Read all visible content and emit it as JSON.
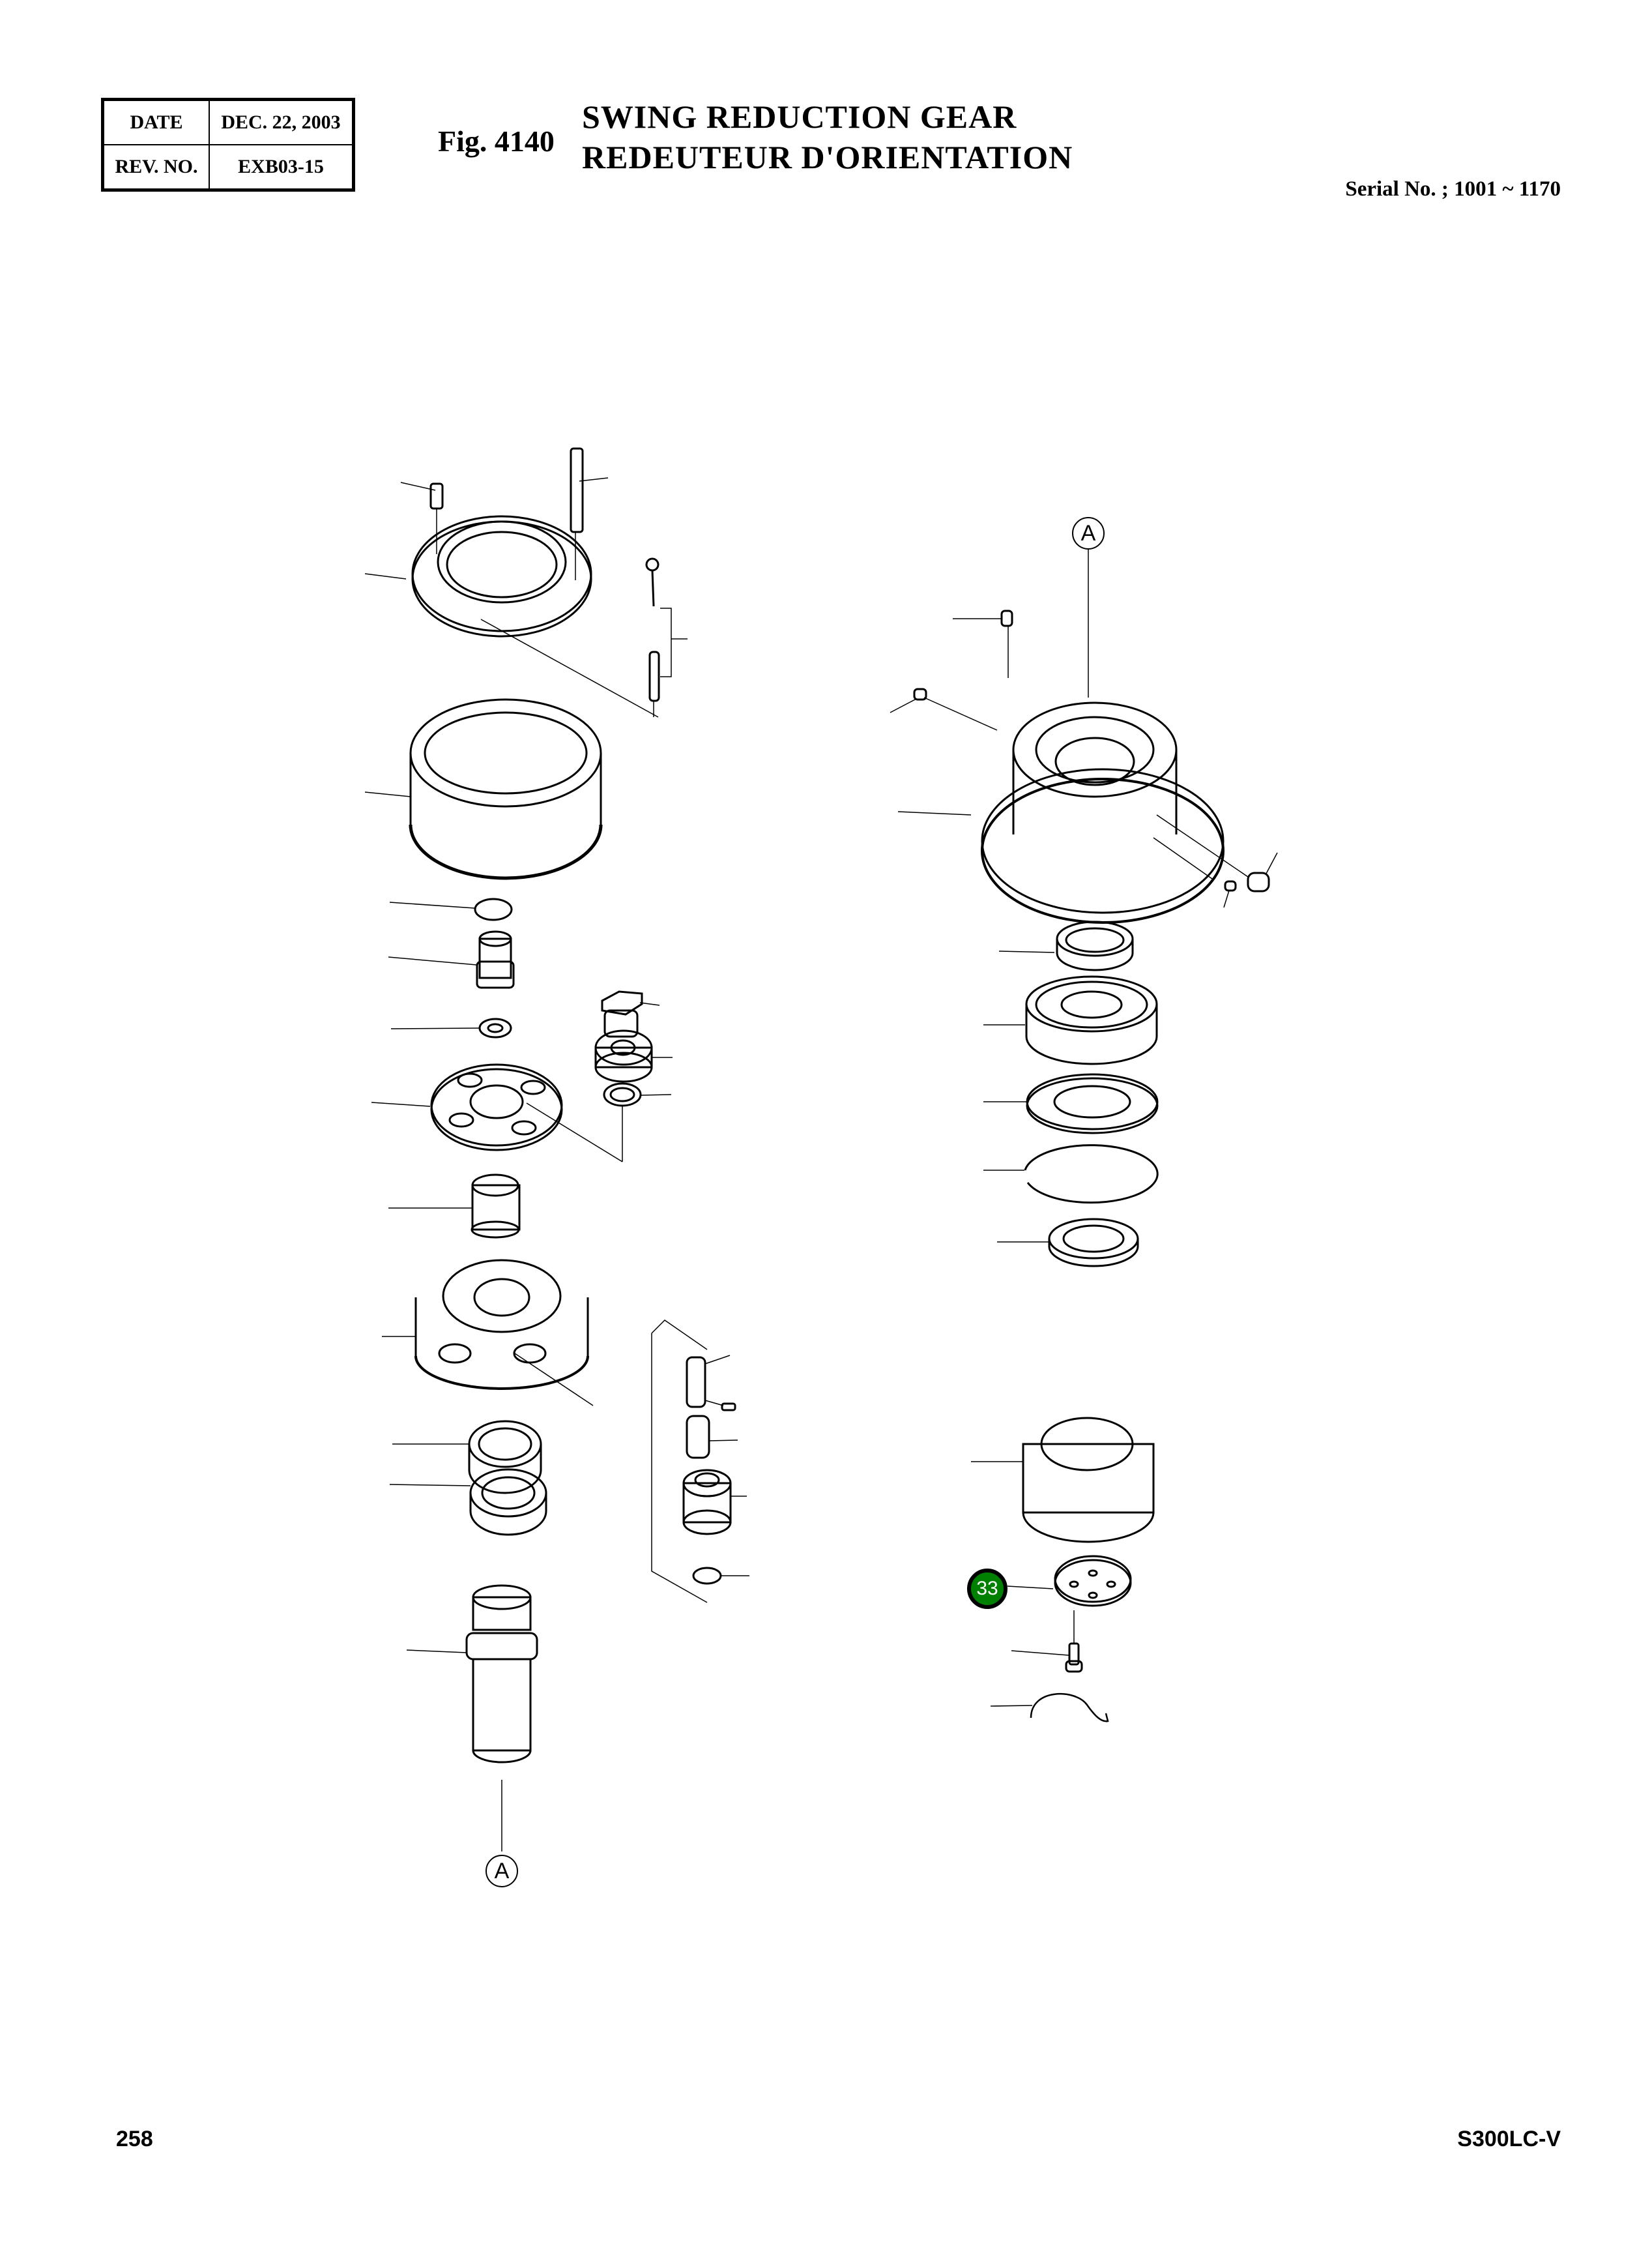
{
  "header": {
    "revision_table": [
      {
        "label": "DATE",
        "value": "DEC.  22, 2003"
      },
      {
        "label": "REV. NO.",
        "value": "EXB03-15"
      }
    ],
    "figure_number": "Fig. 4140",
    "title_en": "SWING REDUCTION GEAR",
    "title_fr": "REDEUTEUR D'ORIENTATION",
    "serial": "Serial No. ; 1001 ~ 1170"
  },
  "diagram": {
    "reference_markers": [
      {
        "id": "top-A",
        "label": "A"
      },
      {
        "id": "bottom-A",
        "label": "A"
      }
    ],
    "callouts": [
      {
        "id": "item-33",
        "label": "33",
        "color": "#008000",
        "part": "plate"
      }
    ],
    "parts_left_column": [
      "socket-bolt",
      "long-bolt",
      "cover-flange",
      "level-gauge",
      "ring-gear",
      "snap-ring",
      "drive-gear-sleeve",
      "thrust-washer",
      "first-carrier",
      "plug",
      "planet-gear-1",
      "washer-1",
      "sun-gear",
      "second-carrier",
      "pin",
      "spring-pin",
      "bushing",
      "planet-gear-2",
      "washer-2",
      "bearing",
      "oil-seal",
      "pinion-shaft"
    ],
    "parts_right_column": [
      "dowel-pin",
      "housing",
      "plug-small",
      "plug-large",
      "bearing-spacer",
      "roller-bearing",
      "thrust-plate",
      "retaining-ring",
      "collar",
      "pinion-gear",
      "plate",
      "bolt",
      "lock-wire"
    ]
  },
  "footer": {
    "page_number": "258",
    "model": "S300LC-V"
  }
}
